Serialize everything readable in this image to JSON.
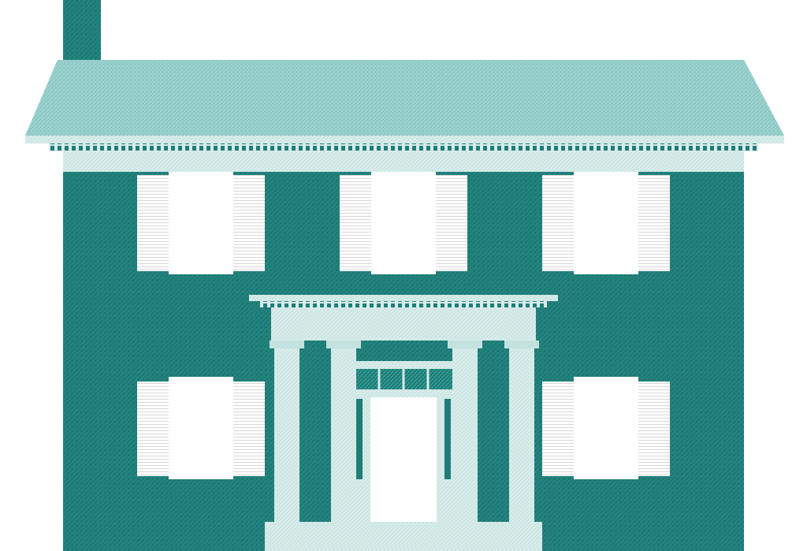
{
  "scene": {
    "subject": "colonial-house",
    "colors": {
      "wall": "#1f7d78",
      "roof": "#8fcac6",
      "trim": "#d8ecea",
      "trim_shade": "#b9dcd9",
      "shutter_line": "#d9d9d9",
      "window": "#ffffff",
      "door": "#ffffff",
      "transom": "#1f7d78"
    },
    "window_count": 5,
    "column_count": 4
  }
}
